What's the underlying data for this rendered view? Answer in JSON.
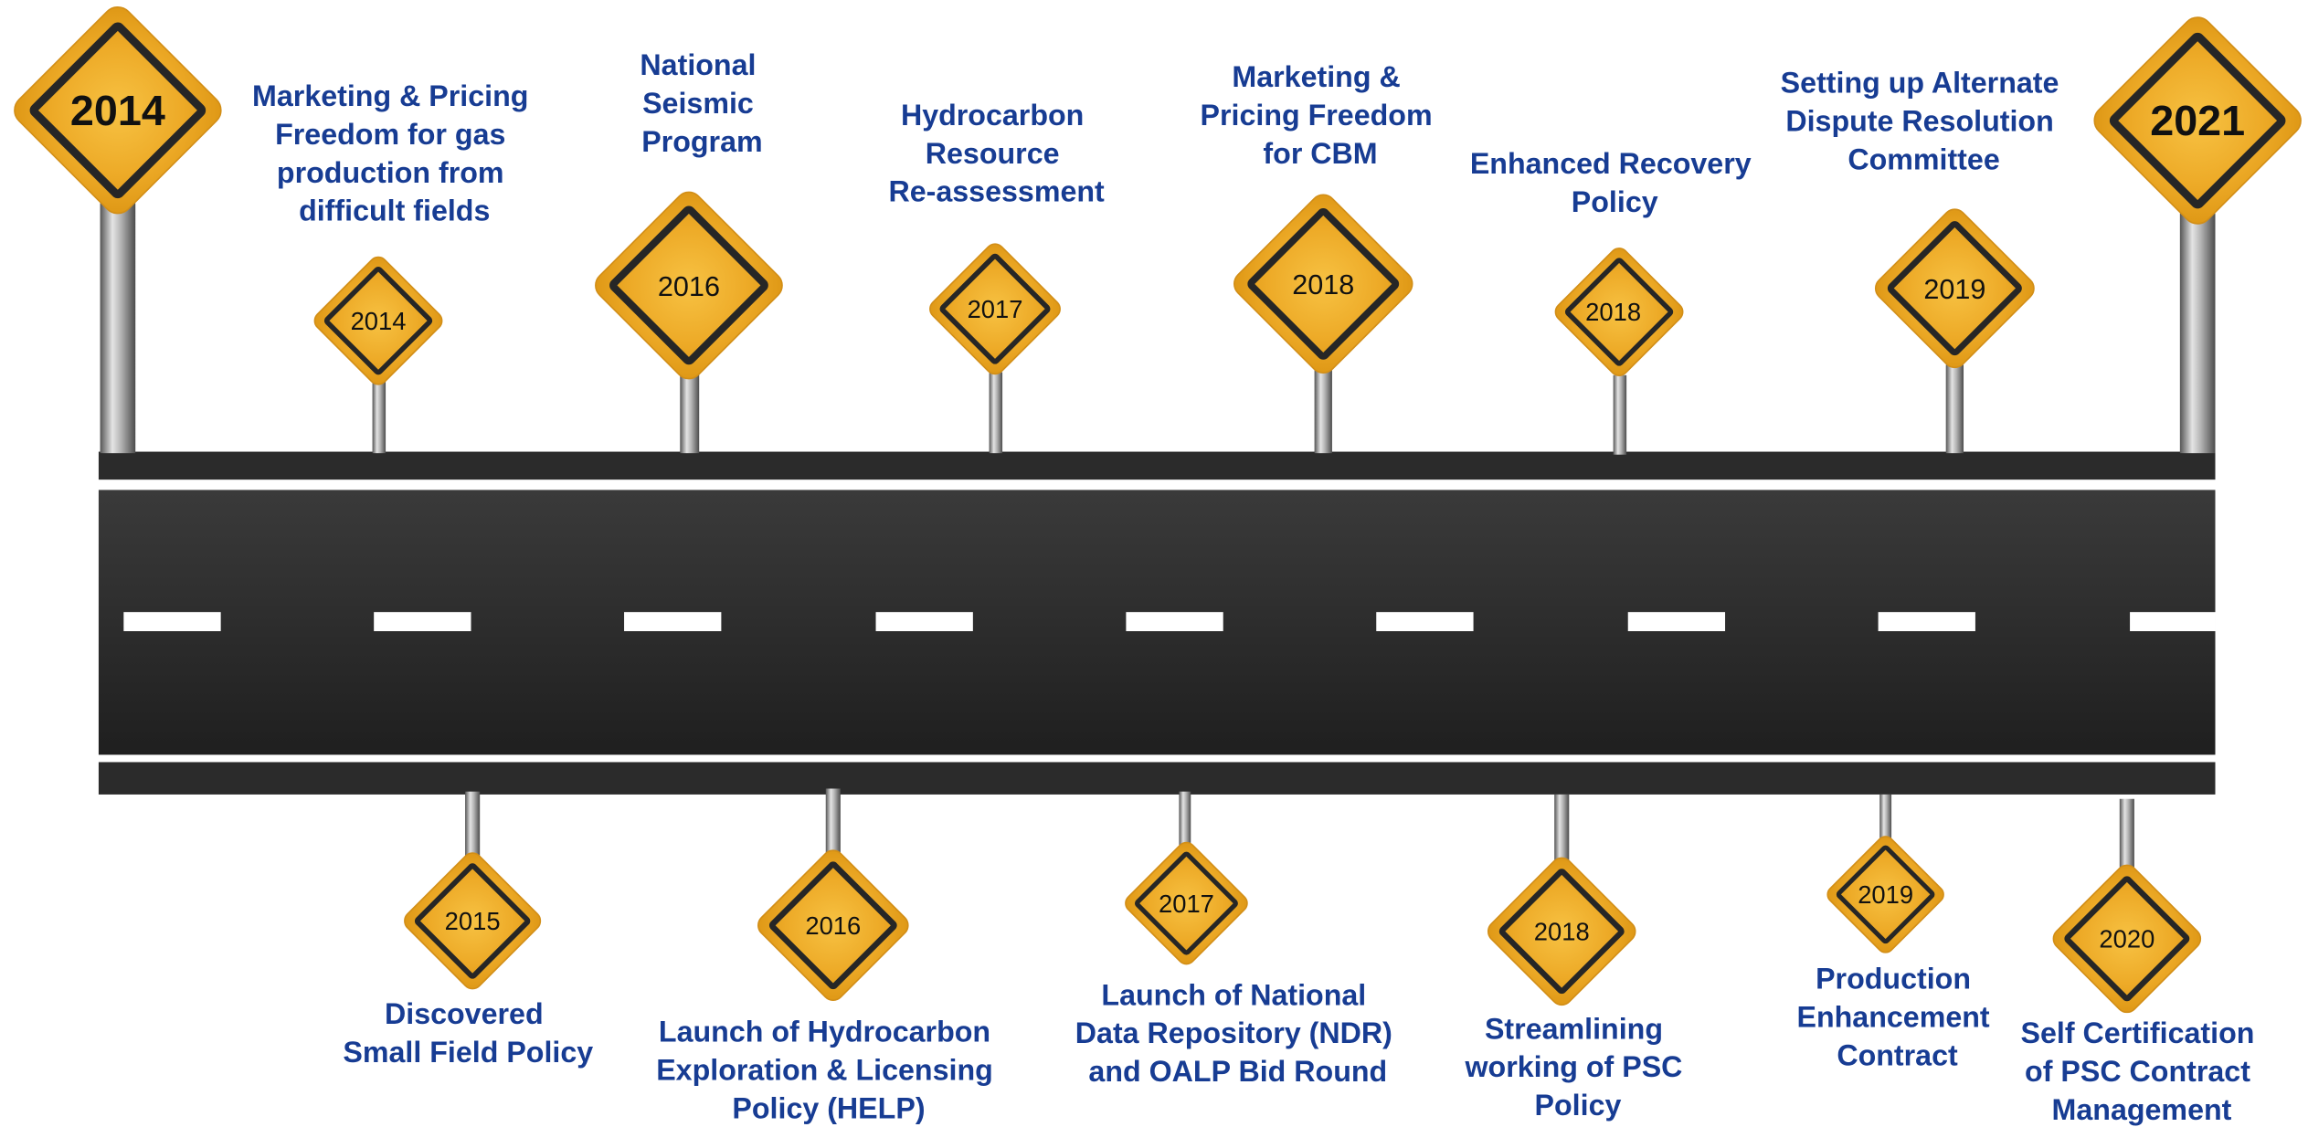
{
  "timeline": {
    "start_sign": {
      "year": "2014"
    },
    "end_sign": {
      "year": "2021"
    },
    "above_road": [
      {
        "year": "2014",
        "lines": [
          "Marketing & Pricing",
          "Freedom for gas",
          "production from",
          "difficult fields"
        ]
      },
      {
        "year": "2016",
        "lines": [
          "National",
          "Seismic",
          "Program"
        ]
      },
      {
        "year": "2017",
        "lines": [
          "Hydrocarbon",
          "Resource",
          "Re-assessment"
        ]
      },
      {
        "year": "2018",
        "lines": [
          "Marketing &",
          "Pricing Freedom",
          "for CBM"
        ]
      },
      {
        "year": "2018",
        "lines": [
          "Enhanced Recovery",
          "Policy"
        ]
      },
      {
        "year": "2019",
        "lines": [
          "Setting up Alternate",
          "Dispute Resolution",
          "Committee"
        ]
      }
    ],
    "below_road": [
      {
        "year": "2015",
        "lines": [
          "Discovered",
          "Small Field Policy"
        ]
      },
      {
        "year": "2016",
        "lines": [
          "Launch of Hydrocarbon",
          "Exploration & Licensing",
          "Policy (HELP)"
        ]
      },
      {
        "year": "2017",
        "lines": [
          "Launch of National",
          "Data Repository (NDR)",
          "and OALP Bid Round"
        ]
      },
      {
        "year": "2018",
        "lines": [
          "Streamlining",
          "working of PSC",
          "Policy"
        ]
      },
      {
        "year": "2019",
        "lines": [
          "Production",
          "Enhancement",
          "Contract"
        ]
      },
      {
        "year": "2020",
        "lines": [
          "Self Certification",
          "of PSC Contract",
          "Management"
        ]
      }
    ]
  },
  "colors": {
    "label_text": "#173C93",
    "sign_face": "#EDAA27",
    "sign_border": "#262626",
    "road": "#2B2B2B",
    "lane_marking": "#FFFFFF"
  }
}
